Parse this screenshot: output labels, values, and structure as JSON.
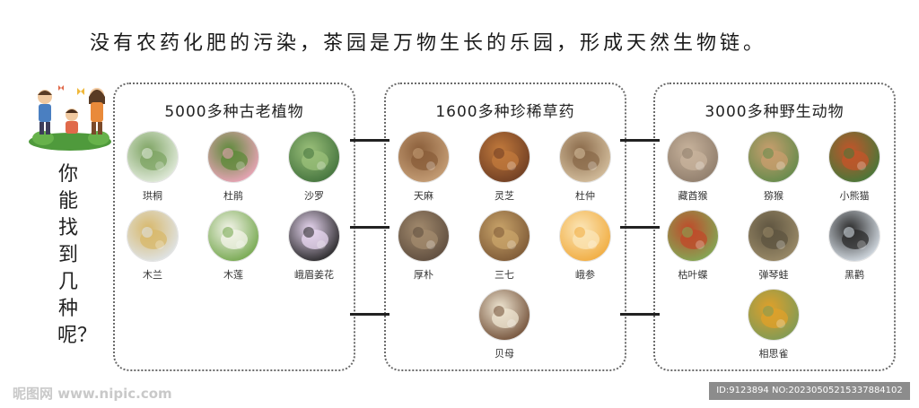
{
  "headline": "没有农药化肥的污染，茶园是万物生长的乐园，形成天然生物链。",
  "side_question": "你能找到几种呢？",
  "panels": [
    {
      "title": "5000多种古老植物",
      "items": [
        {
          "label": "珙桐",
          "icon": "dove-tree-flower-icon",
          "c1": "#e8efe3",
          "c2": "#7ea463"
        },
        {
          "label": "杜鹃",
          "icon": "azalea-flower-icon",
          "c1": "#f3a6c0",
          "c2": "#5d8a3a"
        },
        {
          "label": "沙罗",
          "icon": "fern-plant-icon",
          "c1": "#3f6f3a",
          "c2": "#9bc07a"
        },
        {
          "label": "木兰",
          "icon": "magnolia-flower-icon",
          "c1": "#dfe6ee",
          "c2": "#d8b86a"
        },
        {
          "label": "木莲",
          "icon": "manglietia-flower-icon",
          "c1": "#6ea346",
          "c2": "#f4f4ea"
        },
        {
          "label": "峨眉姜花",
          "icon": "ginger-lily-icon",
          "c1": "#1d1d1d",
          "c2": "#e9d8f2"
        }
      ]
    },
    {
      "title": "1600多种珍稀草药",
      "items": [
        {
          "label": "天麻",
          "icon": "gastrodia-root-icon",
          "c1": "#c9a27a",
          "c2": "#8a5e3a"
        },
        {
          "label": "灵芝",
          "icon": "lingzhi-mushroom-icon",
          "c1": "#6b3b22",
          "c2": "#c27a3c"
        },
        {
          "label": "杜仲",
          "icon": "eucommia-bark-icon",
          "c1": "#d8c3a2",
          "c2": "#8a6a4a"
        },
        {
          "label": "厚朴",
          "icon": "magnolia-bark-icon",
          "c1": "#5b4a3c",
          "c2": "#a38b6e"
        },
        {
          "label": "三七",
          "icon": "notoginseng-bowl-icon",
          "c1": "#7a5634",
          "c2": "#c9a46a"
        },
        {
          "label": "峨参",
          "icon": "anthriscus-slices-icon",
          "c1": "#f0a93a",
          "c2": "#fbe6b8"
        },
        {
          "label": "贝母",
          "icon": "fritillaria-bulbs-icon",
          "c1": "#6d4a32",
          "c2": "#efe6d2"
        }
      ]
    },
    {
      "title": "3000多种野生动物",
      "items": [
        {
          "label": "藏酋猴",
          "icon": "tibetan-macaque-icon",
          "c1": "#8d7b6a",
          "c2": "#c8b39c"
        },
        {
          "label": "猕猴",
          "icon": "rhesus-macaque-icon",
          "c1": "#5f8a4a",
          "c2": "#c99e6e"
        },
        {
          "label": "小熊猫",
          "icon": "red-panda-icon",
          "c1": "#3f7a3a",
          "c2": "#c4542a"
        },
        {
          "label": "枯叶蝶",
          "icon": "dead-leaf-butterfly-icon",
          "c1": "#7fae58",
          "c2": "#c0492a"
        },
        {
          "label": "弹琴蛙",
          "icon": "frog-icon",
          "c1": "#9d8d6a",
          "c2": "#5e5440"
        },
        {
          "label": "黑鹳",
          "icon": "black-stork-icon",
          "c1": "#dfe7ef",
          "c2": "#2b2b2b"
        },
        {
          "label": "相思雀",
          "icon": "leiothrix-bird-icon",
          "c1": "#7a9a58",
          "c2": "#e0a02a"
        }
      ]
    }
  ],
  "watermark_left": "昵图网 www.nipic.com",
  "watermark_right": "ID:9123894 NO:20230505215337884102"
}
